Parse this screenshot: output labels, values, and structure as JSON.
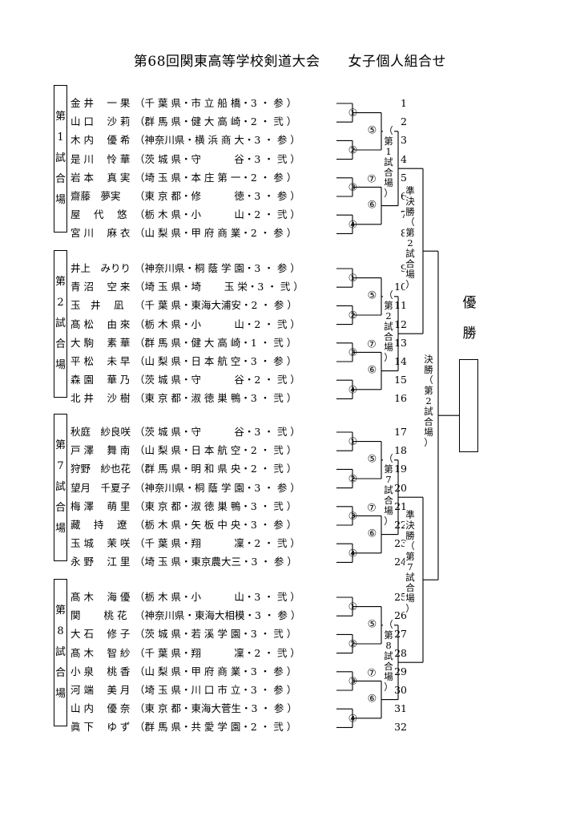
{
  "title": "第68回関東高等学校剣道大会　　女子個人組合せ",
  "courts": [
    {
      "label": [
        "第",
        "1",
        "試",
        "合",
        "場"
      ]
    },
    {
      "label": [
        "第",
        "2",
        "試",
        "合",
        "場"
      ]
    },
    {
      "label": [
        "第",
        "7",
        "試",
        "合",
        "場"
      ]
    },
    {
      "label": [
        "第",
        "8",
        "試",
        "合",
        "場"
      ]
    }
  ],
  "entries": [
    {
      "name": "金 井　 一 果",
      "aff": "（千 葉 県・市 立 船 橋・3 ・ 参 ）",
      "seed": "1"
    },
    {
      "name": "山 口　 沙 莉",
      "aff": "（群 馬 県・健 大 高 崎・2 ・ 弐 ）",
      "seed": "2"
    },
    {
      "name": "木 内　 優 希",
      "aff": "（神奈川県・横 浜 商 大・3 ・ 参 ）",
      "seed": "3"
    },
    {
      "name": "是 川　 怜 華",
      "aff": "（茨 城 県・守　　　 谷・3 ・ 弐 ）",
      "seed": "4"
    },
    {
      "name": "岩 本　 真 実",
      "aff": "（埼 玉 県・本 庄 第 一・2 ・ 参 ）",
      "seed": "5"
    },
    {
      "name": "齋藤　夢実",
      "aff": "（東 京 都・修　　　 徳・3 ・ 参 ）",
      "seed": "6"
    },
    {
      "name": "屋　 代　 悠",
      "aff": "（栃 木 県・小　　　 山・2 ・ 弐 ）",
      "seed": "7"
    },
    {
      "name": "宮 川　 麻 衣",
      "aff": "（山 梨 県・甲 府 商 業・2 ・ 参 ）",
      "seed": "8"
    },
    {
      "name": "井上　みりり",
      "aff": "（神奈川県・桐 蔭 学 園・3 ・ 参 ）",
      "seed": "9"
    },
    {
      "name": "青 沼　 空 来",
      "aff": "（埼 玉 県・埼　　 玉 栄・3 ・ 弐 ）",
      "seed": "10"
    },
    {
      "name": "玉　井　 凪",
      "aff": "（千 葉 県・東海大浦安・2 ・ 参 ）",
      "seed": "11"
    },
    {
      "name": "髙 松　 由 來",
      "aff": "（栃 木 県・小　　　 山・2 ・ 弐 ）",
      "seed": "12"
    },
    {
      "name": "大 駒　 素 華",
      "aff": "（群 馬 県・健 大 高 崎・1 ・ 弐 ）",
      "seed": "13"
    },
    {
      "name": "平 松　 未 早",
      "aff": "（山 梨 県・日 本 航 空・3 ・ 参 ）",
      "seed": "14"
    },
    {
      "name": "森 園　 華 乃",
      "aff": "（茨 城 県・守　　　 谷・2 ・ 弐 ）",
      "seed": "15"
    },
    {
      "name": "北 井　 沙 樹",
      "aff": "（東 京 都・淑 徳 巣 鴨・3 ・ 弐 ）",
      "seed": "16"
    },
    {
      "name": "秋庭　紗良咲",
      "aff": "（茨 城 県・守　　　 谷・3 ・ 弐 ）",
      "seed": "17"
    },
    {
      "name": "戸 澤　 舞 南",
      "aff": "（山 梨 県・日 本 航 空・2 ・ 弐 ）",
      "seed": "18"
    },
    {
      "name": "狩野　紗也花",
      "aff": "（群 馬 県・明 和 県 央・2 ・ 弐 ）",
      "seed": "19"
    },
    {
      "name": "望月　千夏子",
      "aff": "（神奈川県・桐 蔭 学 園・3 ・ 参 ）",
      "seed": "20"
    },
    {
      "name": "梅 澤　 萌 里",
      "aff": "（東 京 都・淑 徳 巣 鴨・3 ・ 弐 ）",
      "seed": "21"
    },
    {
      "name": "藏　 持　 遼",
      "aff": "（栃 木 県・矢 板 中 央・3 ・ 参 ）",
      "seed": "22"
    },
    {
      "name": "玉 城　 茉 咲",
      "aff": "（千 葉 県・翔　　　 凜・2 ・ 弐 ）",
      "seed": "23"
    },
    {
      "name": "永 野　 江 里",
      "aff": "（埼 玉 県・東京農大三・3 ・ 参 ）",
      "seed": "24"
    },
    {
      "name": "髙 木　 海 優",
      "aff": "（栃 木 県・小　　　 山・3 ・ 弐 ）",
      "seed": "25"
    },
    {
      "name": "関　　 桃 花",
      "aff": "（神奈川県・東海大相模・3 ・ 参 ）",
      "seed": "26"
    },
    {
      "name": "大 石　 修 子",
      "aff": "（茨 城 県・若 溪 学 園・3 ・ 弐 ）",
      "seed": "27"
    },
    {
      "name": "髙 木　 智 紗",
      "aff": "（千 葉 県・翔　　　 凜・2 ・ 弐 ）",
      "seed": "28"
    },
    {
      "name": "小 泉　 桃 香",
      "aff": "（山 梨 県・甲 府 商 業・3 ・ 参 ）",
      "seed": "29"
    },
    {
      "name": "河 端　 美 月",
      "aff": "（埼 玉 県・川 口 市 立・3 ・ 参 ）",
      "seed": "30"
    },
    {
      "name": "山 内　 優 奈",
      "aff": "（東 京 都・東海大菅生・3 ・ 参 ）",
      "seed": "31"
    },
    {
      "name": "眞 下　 ゆ ず",
      "aff": "（群 馬 県・共 愛 学 園・2 ・ 弐 ）",
      "seed": "32"
    }
  ],
  "match_marks": {
    "first": [
      "①",
      "②",
      "③",
      "④"
    ],
    "second": [
      "⑤",
      "⑥"
    ],
    "third": "⑦"
  },
  "block_finals": [
    {
      "label": [
        "（",
        "第",
        "1",
        "試",
        "合",
        "場",
        "）"
      ]
    },
    {
      "label": [
        "（",
        "第",
        "2",
        "試",
        "合",
        "場",
        "）"
      ]
    },
    {
      "label": [
        "（",
        "第",
        "7",
        "試",
        "合",
        "場",
        "）"
      ]
    },
    {
      "label": [
        "（",
        "第",
        "8",
        "試",
        "合",
        "場",
        "）"
      ]
    }
  ],
  "semifinals": [
    {
      "label": [
        "準",
        "決",
        "勝",
        "（",
        "第",
        "2",
        "試",
        "合",
        "場",
        "）"
      ]
    },
    {
      "label": [
        "準",
        "決",
        "勝",
        "（",
        "第",
        "7",
        "試",
        "合",
        "場",
        "）"
      ]
    }
  ],
  "final": {
    "label": [
      "決",
      "勝",
      "（",
      "第",
      "2",
      "試",
      "合",
      "場",
      "）"
    ]
  },
  "champion": {
    "label": [
      "優",
      "勝"
    ]
  }
}
